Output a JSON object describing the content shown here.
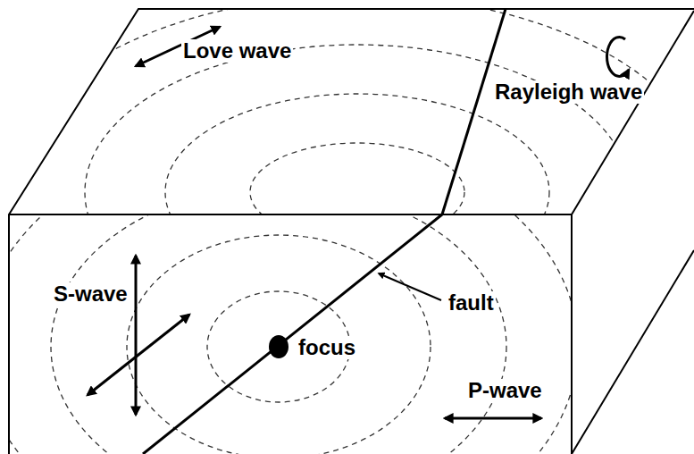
{
  "diagram": {
    "labels": [
      "Love wave",
      "Rayleigh wave",
      "fault",
      "S-wave",
      "focus",
      "P-wave"
    ]
  }
}
